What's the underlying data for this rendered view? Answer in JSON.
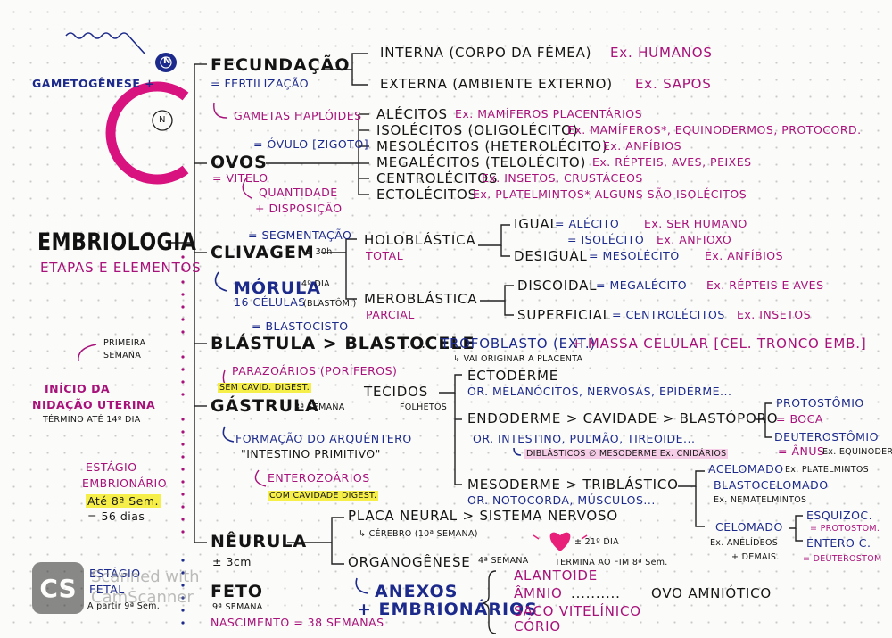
{
  "title": "EMBRIOLOGIA",
  "subtitle": "ETAPAS E ELEMENTOS",
  "gametogenese": "GAMETOGÊNESE +",
  "sperm_letter": "N",
  "egg_letter": "N",
  "fecundacao": {
    "label": "FECUNDAÇÃO",
    "synonym": "= FERTILIZAÇÃO",
    "gametas": "GAMETAS HAPLÓIDES",
    "interna": "INTERNA (CORPO DA FÊMEA)",
    "interna_ex": "Ex. HUMANOS",
    "externa": "EXTERNA (AMBIENTE EXTERNO)",
    "externa_ex": "Ex. SAPOS"
  },
  "ovos": {
    "label": "OVOS",
    "synonym": "= ÓVULO [ZIGOTO]",
    "vitelo": "= VITELO",
    "quantidade": "QUANTIDADE",
    "disposicao": "+ DISPOSIÇÃO",
    "types": [
      {
        "name": "ALÉCITOS",
        "ex": "Ex. MAMÍFEROS PLACENTÁRIOS"
      },
      {
        "name": "ISOLÉCITOS (OLIGOLÉCITO)",
        "ex": "Ex. MAMÍFEROS*, EQUINODERMOS, PROTOCORD."
      },
      {
        "name": "MESOLÉCITOS (HETEROLÉCITO)",
        "ex": "Ex. ANFÍBIOS"
      },
      {
        "name": "MEGALÉCITOS (TELOLÉCITO)",
        "ex": "Ex. RÉPTEIS, AVES, PEIXES"
      },
      {
        "name": "CENTROLÉCITOS",
        "ex": "Ex. INSETOS, CRUSTÁCEOS"
      },
      {
        "name": "ECTOLÉCITOS",
        "ex": "Ex. PLATELMINTOS* ALGUNS SÃO ISOLÉCITOS"
      }
    ]
  },
  "clivagem": {
    "synonym": "= SEGMENTAÇÃO",
    "label": "CLIVAGEM",
    "time": "± 30h",
    "morula": "MÓRULA",
    "morula_day": "4º DIA",
    "morula_cells": "16 CÉLULAS",
    "morula_note": "(BLASTÔM.)",
    "holo": "HOLOBLÁSTICA",
    "holo_sub": "TOTAL",
    "igual": "IGUAL",
    "igual_1": "= ALÉCITO",
    "igual_1_ex": "Ex. SER HUMANO",
    "igual_2": "= ISOLÉCITO",
    "igual_2_ex": "Ex. ANFIOXO",
    "desigual": "DESIGUAL",
    "desigual_1": "= MESOLÉCITO",
    "desigual_1_ex": "Ex. ANFÍBIOS",
    "mero": "MEROBLÁSTICA",
    "mero_sub": "PARCIAL",
    "discoidal": "DISCOIDAL",
    "discoidal_1": "= MEGALÉCITO",
    "discoidal_ex": "Ex. RÉPTEIS E AVES",
    "superficial": "SUPERFICIAL",
    "superficial_1": "= CENTROLÉCITOS",
    "superficial_ex": "Ex. INSETOS"
  },
  "blastula": {
    "synonym": "= BLASTOCISTO",
    "label": "BLÁSTULA > BLASTOCELE",
    "dots": ".....",
    "trofo": "TROFOBLASTO (EXT.)",
    "massa": "+ MASSA CELULAR [CEL. TRONCO EMB.]",
    "trofo_note": "↳ VAI ORIGINAR A PLACENTA"
  },
  "side": {
    "primeira_1": "PRIMEIRA",
    "primeira_2": "SEMANA",
    "inicio_1": "INÍCIO DA",
    "inicio_2": "NIDAÇÃO UTERINA",
    "inicio_3": "TÉRMINO ATÉ 14º DIA",
    "estagio_emb_1": "ESTÁGIO",
    "estagio_emb_2": "EMBRIONÁRIO",
    "estagio_emb_3": "Até 8ª Sem.",
    "estagio_emb_4": "= 56 dias",
    "estagio_fetal_1": "ESTÁGIO",
    "estagio_fetal_2": "FETAL",
    "estagio_fetal_3": "A partir 9ª Sem."
  },
  "gastrula": {
    "parazoarios": "PARAZOÁRIOS (PORÍFEROS)",
    "sem_cavid": "SEM CAVID. DIGEST.",
    "label": "GÁSTRULA",
    "semana": "3ª SEMANA",
    "tecidos": "TECIDOS",
    "folhetos": "FOLHETOS",
    "formacao": "FORMAÇÃO DO ARQUÊNTERO",
    "intestino": "\"INTESTINO PRIMITIVO\"",
    "enterozoarios": "ENTEROZOÁRIOS",
    "com_cavid": "COM CAVIDADE DIGEST.",
    "ectoderme": "ECTODERME",
    "ectoderme_or": "OR. MELANÓCITOS, NERVOSAS, EPIDERME...",
    "endoderme": "ENDODERME > CAVIDADE > BLASTÓPORO",
    "endoderme_or": "OR. INTESTINO, PULMÃO, TIREOIDE...",
    "diblasticos": "DIBLÁSTICOS ∅ MESODERME Ex. CNIDÁRIOS",
    "mesoderme": "MESODERME > TRIBLÁSTICO",
    "mesoderme_or": "OR. NOTOCORDA, MÚSCULOS...",
    "protostomio": "PROTOSTÔMIO",
    "boca": "= BOCA",
    "deuterostomio": "DEUTEROSTÔMIO",
    "anus": "= ÂNUS",
    "anus_ex": "Ex. EQUINODERM.",
    "acelomado": "ACELOMADO",
    "acelomado_ex": "Ex. PLATELMINTOS",
    "blastocelomado": "BLASTOCELOMADO",
    "blastocelomado_ex": "Ex. NEMATELMINTOS",
    "celomado": "CELOMADO",
    "celomado_ex_1": "Ex. ANELÍDEOS",
    "celomado_ex_2": "+ DEMAIS.",
    "esquizoc": "ESQUIZOC.",
    "esquizoc_2": "= PROTOSTOM.",
    "enteroc": "ENTERO C.",
    "enteroc_2": "= DEUTEROSTOM"
  },
  "neurula": {
    "label": "NÊURULA",
    "size": "± 3cm",
    "placa": "PLACA NEURAL > SISTEMA NERVOSO",
    "cerebro": "↳ CÉREBRO (10ª SEMANA)",
    "organo": "ORGANOGÊNESE",
    "organo_sem": "4ª SEMANA",
    "heart_note": "± 21º DIA",
    "termina": "TERMINA AO FIM 8ª Sem.",
    "anexos_1": "ANEXOS",
    "anexos_2": "+ EMBRIONÁRIOS",
    "alantoide": "ALANTOIDE",
    "amnio": "ÂMNIO",
    "amnio_dots": "..........",
    "ovo_amniotico": "OVO AMNIÓTICO",
    "saco": "SACO VITELÍNICO",
    "corio": "CÓRIO"
  },
  "feto": {
    "label": "FETO",
    "semana": "9ª SEMANA",
    "nascimento": "NASCIMENTO = 38 SEMANAS"
  },
  "watermark": {
    "logo": "CS",
    "line1": "Scanned with",
    "line2": "CamScanner"
  },
  "colors": {
    "ink_black": "#141414",
    "ink_blue": "#1c2a8c",
    "ink_magenta": "#a8117a",
    "highlight_yellow": "#f6ef4a",
    "highlight_pink": "#f6cde6",
    "heart": "#e8207a"
  }
}
